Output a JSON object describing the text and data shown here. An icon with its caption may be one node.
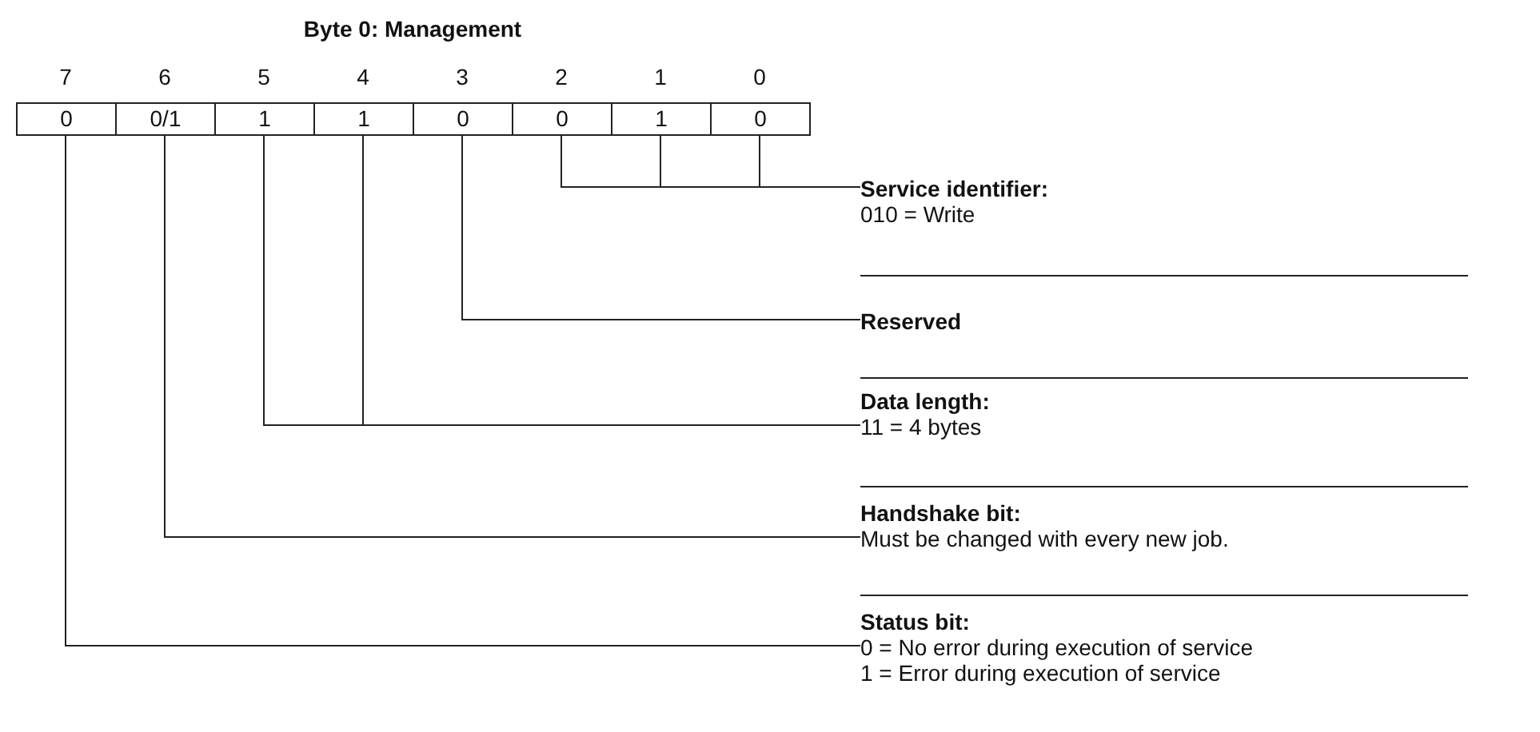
{
  "diagram": {
    "title": "Byte 0: Management",
    "nodes": [
      {
        "text": [
          "0"
        ]
      },
      {
        "text": [
          "0/1"
        ]
      },
      {
        "text": [
          "1"
        ]
      },
      {
        "text": [
          "1"
        ]
      },
      {
        "text": [
          "0"
        ]
      },
      {
        "text": [
          "0"
        ]
      },
      {
        "text": [
          "1"
        ]
      },
      {
        "text": [
          "0"
        ]
      },
      {
        "text": [
          "Service identifier:",
          "010 = Write"
        ]
      },
      {
        "text": [
          "Reserved"
        ]
      },
      {
        "text": [
          "Data length:",
          "11 = 4 bytes"
        ]
      },
      {
        "text": [
          "Handshake bit:",
          "Must be changed with every new job."
        ]
      },
      {
        "text": [
          "Status bit:",
          "0 = No error during execution of service",
          "1 = Error during execution of service"
        ]
      }
    ],
    "edges": [
      {
        "from": 5,
        "to": 8,
        "arrow": "none"
      },
      {
        "from": 6,
        "to": 8,
        "arrow": "none"
      },
      {
        "from": 7,
        "to": 8,
        "arrow": "none"
      },
      {
        "from": 4,
        "to": 9,
        "arrow": "none"
      },
      {
        "from": 2,
        "to": 10,
        "arrow": "none"
      },
      {
        "from": 3,
        "to": 10,
        "arrow": "none"
      },
      {
        "from": 1,
        "to": 11,
        "arrow": "none"
      },
      {
        "from": 0,
        "to": 12,
        "arrow": "none"
      }
    ],
    "labels": [
      "7",
      "6",
      "5",
      "4",
      "3",
      "2",
      "1",
      "0"
    ]
  }
}
